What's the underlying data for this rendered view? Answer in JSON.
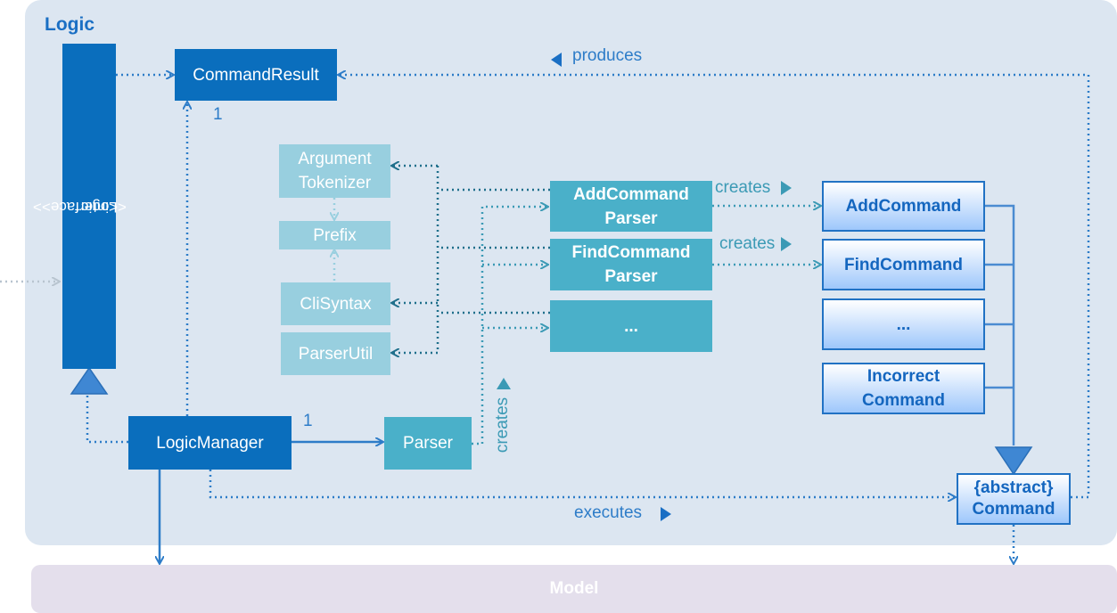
{
  "panel": {
    "title": "Logic"
  },
  "model": {
    "label": "Model"
  },
  "logic_interface": {
    "stereotype": "<<interface>>",
    "name": "Logic"
  },
  "classes": {
    "command_result": "CommandResult",
    "logic_manager": "LogicManager",
    "parser": "Parser",
    "argument_tokenizer": [
      "Argument",
      "Tokenizer"
    ],
    "prefix": "Prefix",
    "cli_syntax": "CliSyntax",
    "parser_util": "ParserUtil",
    "add_command_parser": [
      "AddCommand",
      "Parser"
    ],
    "find_command_parser": [
      "FindCommand",
      "Parser"
    ],
    "ellipsis_parser": "...",
    "add_command": "AddCommand",
    "find_command": "FindCommand",
    "ellipsis_command": "...",
    "incorrect_command": [
      "Incorrect",
      "Command"
    ],
    "abstract_command": [
      "{abstract}",
      "Command"
    ]
  },
  "labels": {
    "produces": "produces",
    "executes": "executes",
    "creates_parser": "creates",
    "creates_add": "creates",
    "creates_find": "creates",
    "multiplicity_result": "1",
    "multiplicity_parser": "1"
  },
  "colors": {
    "panel_bg": "#dce6f1",
    "model_bg": "#e4dfec",
    "dark_blue": "#0a6ebd",
    "teal": "#4ab0c9",
    "light_teal": "#98cfdf",
    "command_border": "#2172c4"
  }
}
